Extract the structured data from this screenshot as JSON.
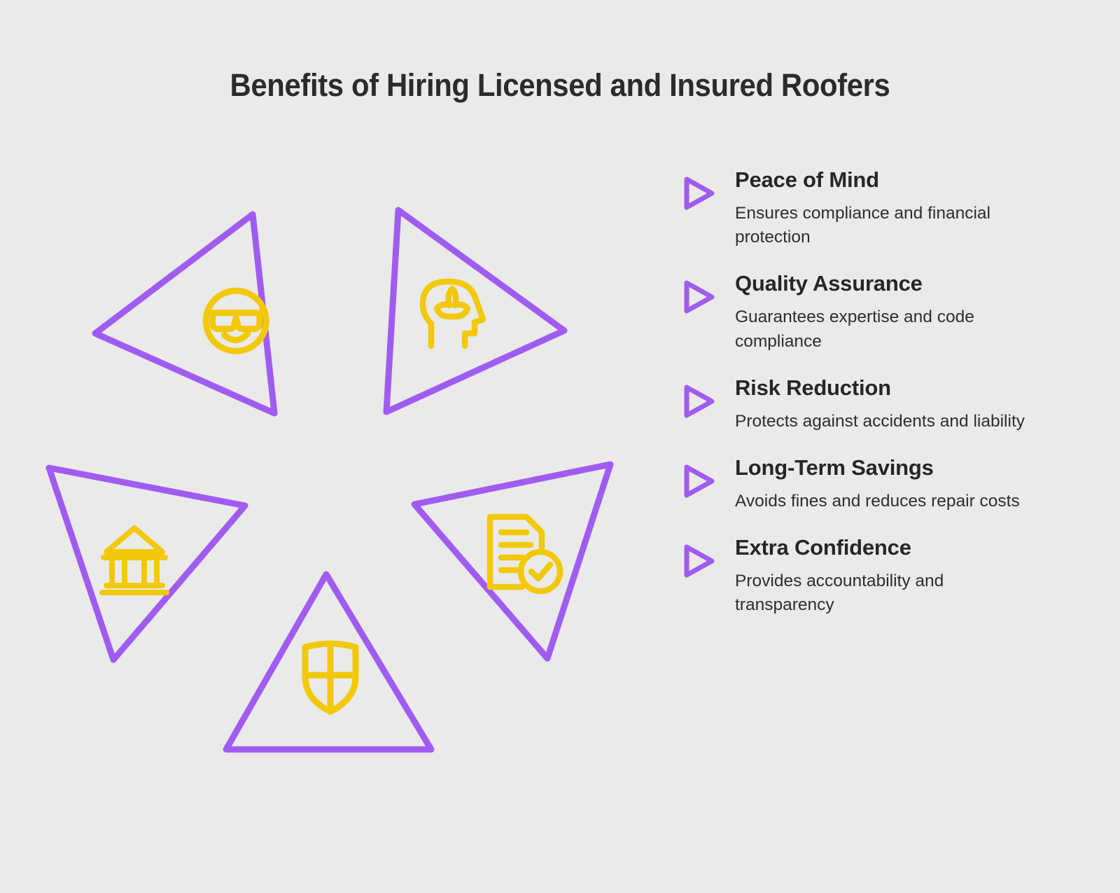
{
  "page": {
    "title": "Benefits of Hiring Licensed and Insured Roofers",
    "background_color": "#eaeae9",
    "accent_purple": "#a05cf0",
    "accent_yellow": "#f2c80a",
    "text_color": "#262626"
  },
  "diagram": {
    "type": "radial-triangle-cluster",
    "shape_count": 5,
    "outline_color": "#a05cf0",
    "icon_color": "#f2c80a",
    "nodes": [
      {
        "position": "upper-left",
        "icon": "sunglasses-smiley-icon",
        "icon_label": "Cool Face with Sunglasses"
      },
      {
        "position": "upper-right",
        "icon": "mindful-head-lotus-icon",
        "icon_label": "Head with Lotus"
      },
      {
        "position": "left",
        "icon": "bank-building-icon",
        "icon_label": "Classical Bank Building"
      },
      {
        "position": "right",
        "icon": "verified-document-icon",
        "icon_label": "Document with Check Badge"
      },
      {
        "position": "bottom",
        "icon": "shield-cross-icon",
        "icon_label": "Shield with Cross"
      }
    ]
  },
  "benefits": [
    {
      "title": "Peace of Mind",
      "description": "Ensures compliance and financial protection"
    },
    {
      "title": "Quality Assurance",
      "description": "Guarantees expertise and code compliance"
    },
    {
      "title": "Risk Reduction",
      "description": "Protects against accidents and liability"
    },
    {
      "title": "Long-Term Savings",
      "description": "Avoids fines and reduces repair costs"
    },
    {
      "title": "Extra Confidence",
      "description": "Provides accountability and transparency"
    }
  ]
}
